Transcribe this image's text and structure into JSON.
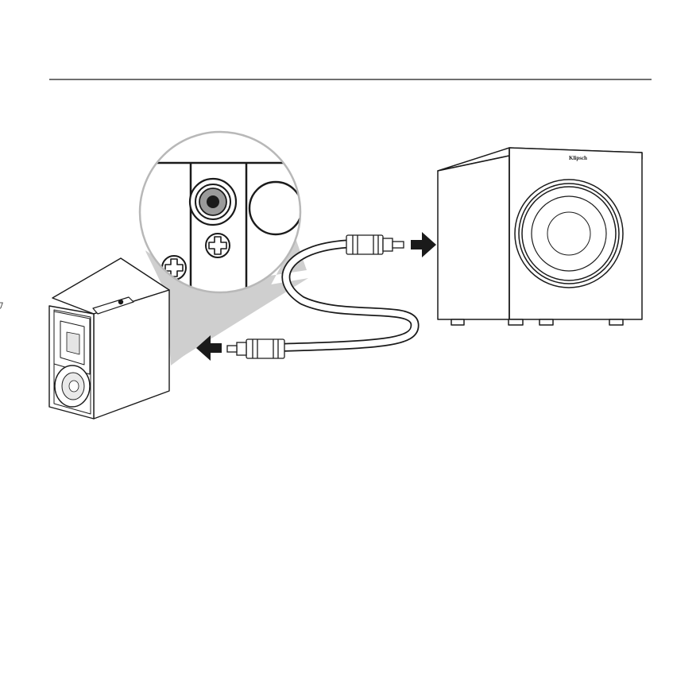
{
  "diagram": {
    "subwoofer": {
      "brand_label": "Klipsch"
    },
    "colors": {
      "line": "#1a1a1a",
      "panel_gray": "#cfcfcf",
      "jack_gray": "#9a9a9a",
      "background": "#ffffff"
    },
    "icons": [
      "magnifier-callout",
      "rca-jack",
      "screw-icon",
      "arrow-icon",
      "rca-cable"
    ]
  }
}
